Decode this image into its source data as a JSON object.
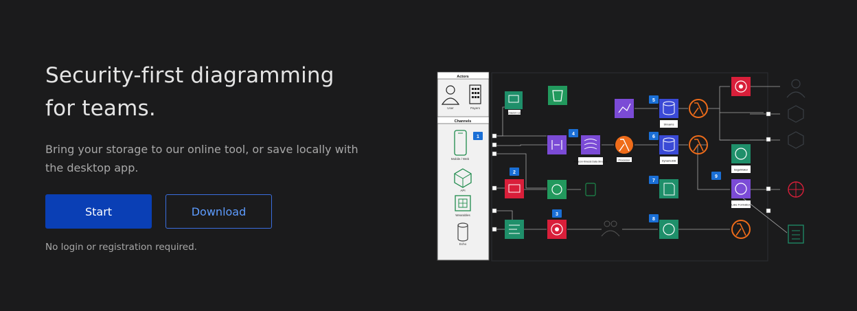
{
  "hero": {
    "title_line1": "Security-first diagramming",
    "title_line2": "for teams.",
    "subtitle_line1": "Bring your storage to our online tool, or save locally with",
    "subtitle_line2": "the desktop app.",
    "note": "No login or registration required."
  },
  "buttons": {
    "start_label": "Start",
    "download_label": "Download"
  },
  "colors": {
    "background": "#1b1b1c",
    "start_button": "#0a3fb5",
    "download_border": "#3b6fe0",
    "download_text": "#5d9cff"
  },
  "diagram": {
    "actors_heading": "Actors",
    "actor_user": "User",
    "actor_payers": "Payers",
    "channels_heading": "Channels",
    "channel_mobile": "Mobile / Web",
    "channel_api": "API",
    "channel_wearables": "Wearables",
    "channel_echo": "Echo",
    "node_amazon_lex": "Amazon Lex",
    "node_kinesis_streams": "Amazon Kinesis Data Streams",
    "node_lambda_processor": "Processor",
    "node_dynamodb_streams": "Streams",
    "node_dynamodb": "DynamoDB",
    "node_sagemaker": "SageMaker",
    "node_lake_formation": "Lake Formation",
    "step_badges": [
      "1",
      "2",
      "3",
      "4",
      "5",
      "6",
      "7",
      "8",
      "9"
    ]
  }
}
